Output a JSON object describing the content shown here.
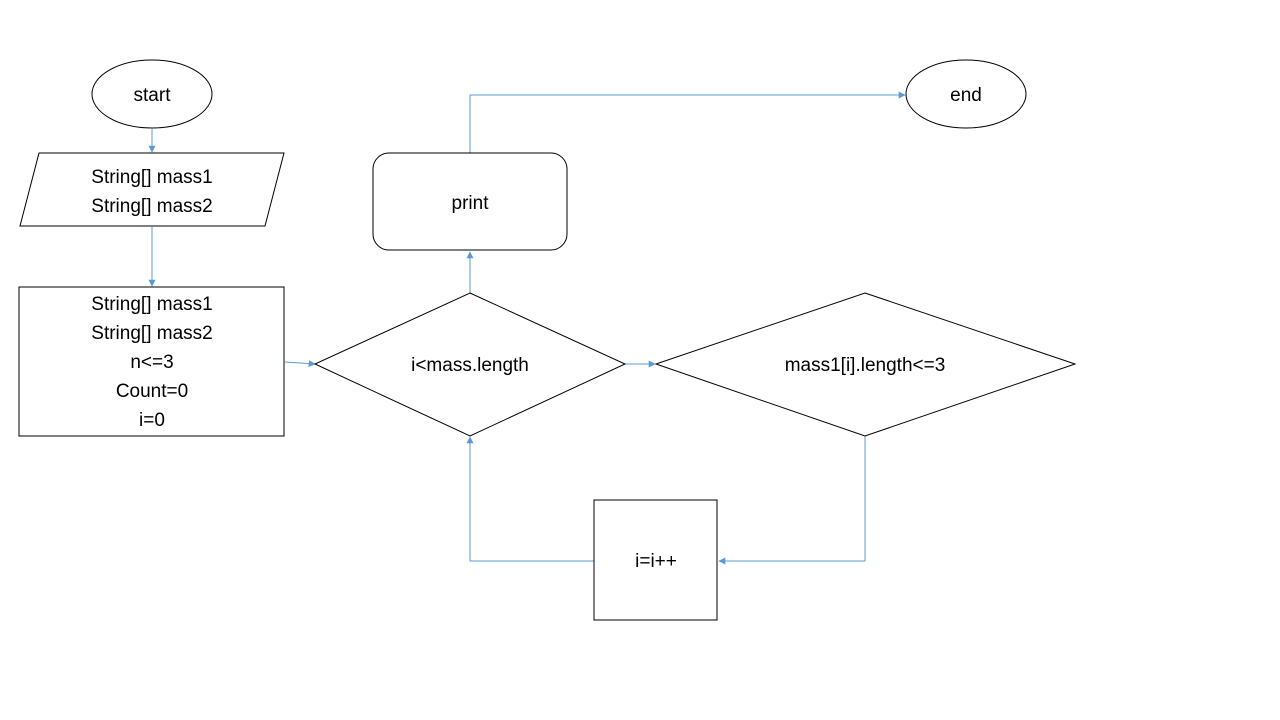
{
  "diagram": {
    "edge_color": "#5b9bd5",
    "nodes": {
      "start": {
        "label": "start"
      },
      "input": {
        "line1": "String[] mass1",
        "line2": "String[] mass2"
      },
      "init": {
        "line1": "String[] mass1",
        "line2": "String[] mass2",
        "line3": "n<=3",
        "line4": "Count=0",
        "line5": "i=0"
      },
      "loop_condition": {
        "label": "i<mass.length"
      },
      "length_condition": {
        "label": "mass1[i].length<=3"
      },
      "increment": {
        "label": "i=i++"
      },
      "print": {
        "label": "print"
      },
      "end": {
        "label": "end"
      }
    }
  }
}
